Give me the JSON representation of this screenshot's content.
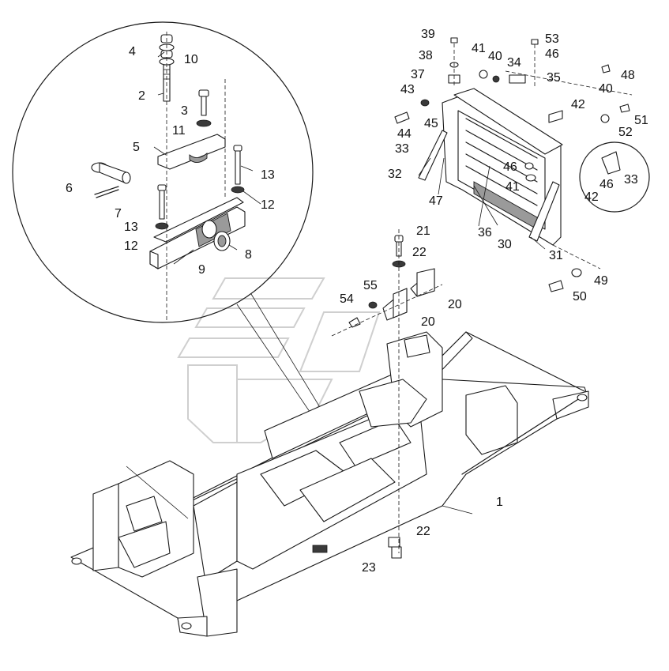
{
  "diagram": {
    "callouts": [
      "39",
      "53",
      "38",
      "41",
      "40",
      "34",
      "46",
      "37",
      "43",
      "35",
      "48",
      "40",
      "44",
      "45",
      "42",
      "52",
      "51",
      "33",
      "32",
      "47",
      "46",
      "41",
      "36",
      "30",
      "31",
      "42",
      "46",
      "33",
      "49",
      "50",
      "4",
      "10",
      "2",
      "3",
      "11",
      "5",
      "13",
      "6",
      "12",
      "7",
      "13",
      "12",
      "8",
      "9",
      "21",
      "22",
      "55",
      "54",
      "20",
      "20",
      "1",
      "22",
      "23"
    ]
  }
}
